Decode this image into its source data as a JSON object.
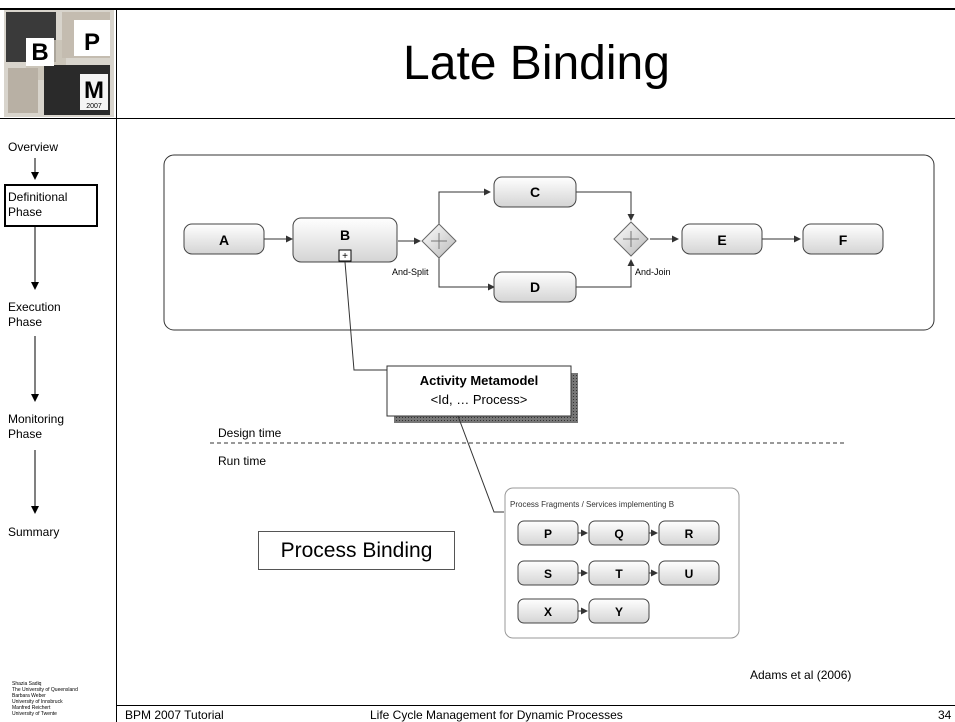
{
  "title": "Late Binding",
  "logo": {
    "letter1": "B",
    "letter2": "P",
    "letter3": "M",
    "year": "2007"
  },
  "sidebar": {
    "items": [
      {
        "label": "Overview"
      },
      {
        "label": "Definitional Phase"
      },
      {
        "label": "Execution Phase"
      },
      {
        "label": "Monitoring Phase"
      },
      {
        "label": "Summary"
      }
    ],
    "authors": [
      "Shazia Sadiq",
      "The University of Queensland",
      "Barbara Weber",
      "University of Innsbruck",
      "Manfred Reichert",
      "University of Twente"
    ]
  },
  "diagram": {
    "nodes": {
      "A": "A",
      "B": "B",
      "C": "C",
      "D": "D",
      "E": "E",
      "F": "F"
    },
    "b_marker": "+",
    "and_split": "And-Split",
    "and_join": "And-Join",
    "activity_metamodel": {
      "title": "Activity Metamodel",
      "subtitle": "<Id, … Process>"
    },
    "design_time": "Design time",
    "run_time": "Run time",
    "fragments": {
      "title": "Process Fragments / Services implementing B",
      "rows": [
        [
          "P",
          "Q",
          "R"
        ],
        [
          "S",
          "T",
          "U"
        ],
        [
          "X",
          "Y"
        ]
      ]
    },
    "process_binding": "Process Binding",
    "citation": "Adams et al (2006)"
  },
  "footer": {
    "left": "BPM 2007 Tutorial",
    "center": "Life Cycle Management for Dynamic Processes",
    "page": "34"
  }
}
